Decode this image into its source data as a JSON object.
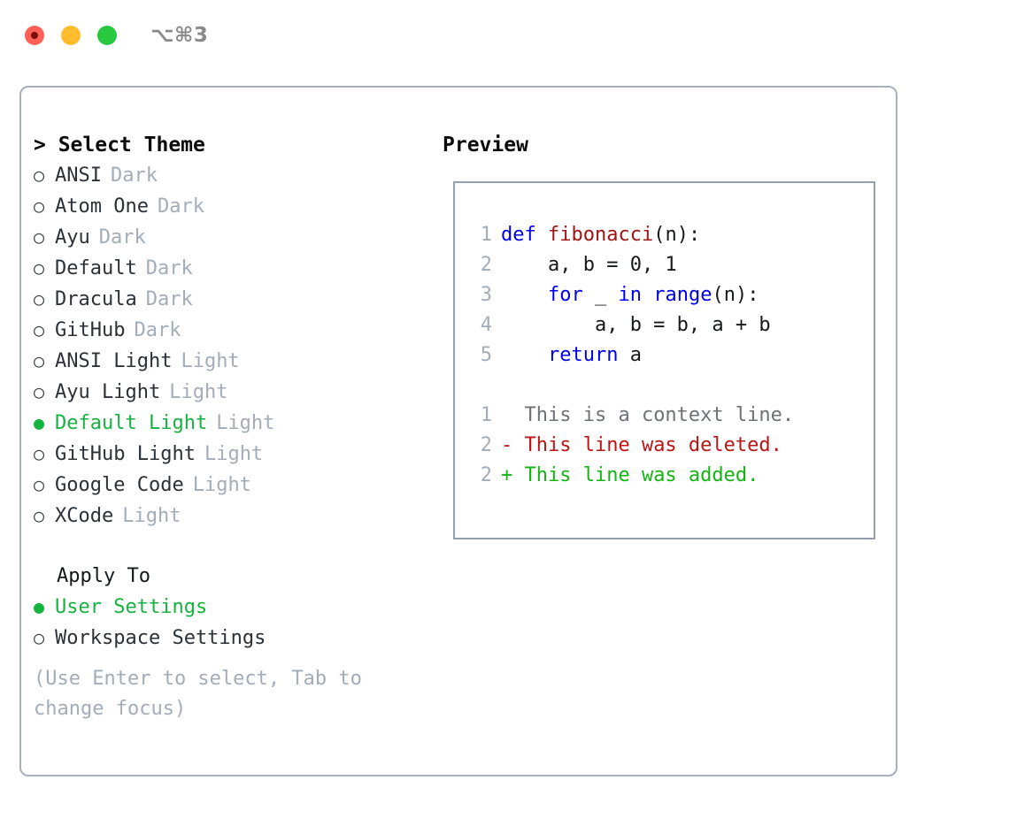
{
  "window": {
    "shortcut_label": "⌥⌘3",
    "traffic_lights": [
      {
        "name": "close",
        "color": "#FF6159"
      },
      {
        "name": "minimize",
        "color": "#FFBD2E"
      },
      {
        "name": "maximize",
        "color": "#28C840"
      }
    ]
  },
  "colors": {
    "accent_selected": "#16B33F",
    "muted": "#A3ADB9",
    "panel_border": "#A7B0BC",
    "preview_border": "#94A0AF",
    "keyword": "#0000F0",
    "function": "#A01414",
    "diff_added": "#12B512",
    "diff_deleted": "#BE1414",
    "diff_context": "#6E7277"
  },
  "theme_list": {
    "header": "> Select Theme",
    "items": [
      {
        "bullet": "○",
        "label": "ANSI",
        "kind": "Dark",
        "selected": false
      },
      {
        "bullet": "○",
        "label": "Atom One",
        "kind": "Dark",
        "selected": false
      },
      {
        "bullet": "○",
        "label": "Ayu",
        "kind": "Dark",
        "selected": false
      },
      {
        "bullet": "○",
        "label": "Default",
        "kind": "Dark",
        "selected": false
      },
      {
        "bullet": "○",
        "label": "Dracula",
        "kind": "Dark",
        "selected": false
      },
      {
        "bullet": "○",
        "label": "GitHub",
        "kind": "Dark",
        "selected": false
      },
      {
        "bullet": "○",
        "label": "ANSI Light",
        "kind": "Light",
        "selected": false
      },
      {
        "bullet": "○",
        "label": "Ayu Light",
        "kind": "Light",
        "selected": false
      },
      {
        "bullet": "●",
        "label": "Default Light",
        "kind": "Light",
        "selected": true
      },
      {
        "bullet": "○",
        "label": "GitHub Light",
        "kind": "Light",
        "selected": false
      },
      {
        "bullet": "○",
        "label": "Google Code",
        "kind": "Light",
        "selected": false
      },
      {
        "bullet": "○",
        "label": "XCode",
        "kind": "Light",
        "selected": false
      }
    ]
  },
  "apply_to": {
    "header": "Apply To",
    "items": [
      {
        "bullet": "●",
        "label": "User Settings",
        "selected": true
      },
      {
        "bullet": "○",
        "label": "Workspace Settings",
        "selected": false
      }
    ]
  },
  "hint": "(Use Enter to select, Tab to change focus)",
  "preview": {
    "title": "Preview",
    "code_lines": [
      {
        "number": "1",
        "tokens": [
          {
            "text": "def ",
            "type": "keyword"
          },
          {
            "text": "fibonacci",
            "type": "function"
          },
          {
            "text": "(n):",
            "type": "plain"
          }
        ]
      },
      {
        "number": "2",
        "tokens": [
          {
            "text": "    a, b = 0, 1",
            "type": "plain"
          }
        ]
      },
      {
        "number": "3",
        "tokens": [
          {
            "text": "    ",
            "type": "plain"
          },
          {
            "text": "for",
            "type": "keyword"
          },
          {
            "text": " _ ",
            "type": "plain"
          },
          {
            "text": "in",
            "type": "keyword"
          },
          {
            "text": " ",
            "type": "plain"
          },
          {
            "text": "range",
            "type": "keyword"
          },
          {
            "text": "(n):",
            "type": "plain"
          }
        ]
      },
      {
        "number": "4",
        "tokens": [
          {
            "text": "        a, b = b, a + b",
            "type": "plain"
          }
        ]
      },
      {
        "number": "5",
        "tokens": [
          {
            "text": "    ",
            "type": "plain"
          },
          {
            "text": "return",
            "type": "keyword"
          },
          {
            "text": " a",
            "type": "plain"
          }
        ]
      }
    ],
    "diff_lines": [
      {
        "number": "1",
        "marker": " ",
        "text": " This is a context line.",
        "type": "context"
      },
      {
        "number": "2",
        "marker": "-",
        "text": " This line was deleted.",
        "type": "deleted"
      },
      {
        "number": "2",
        "marker": "+",
        "text": " This line was added.",
        "type": "added"
      }
    ]
  }
}
